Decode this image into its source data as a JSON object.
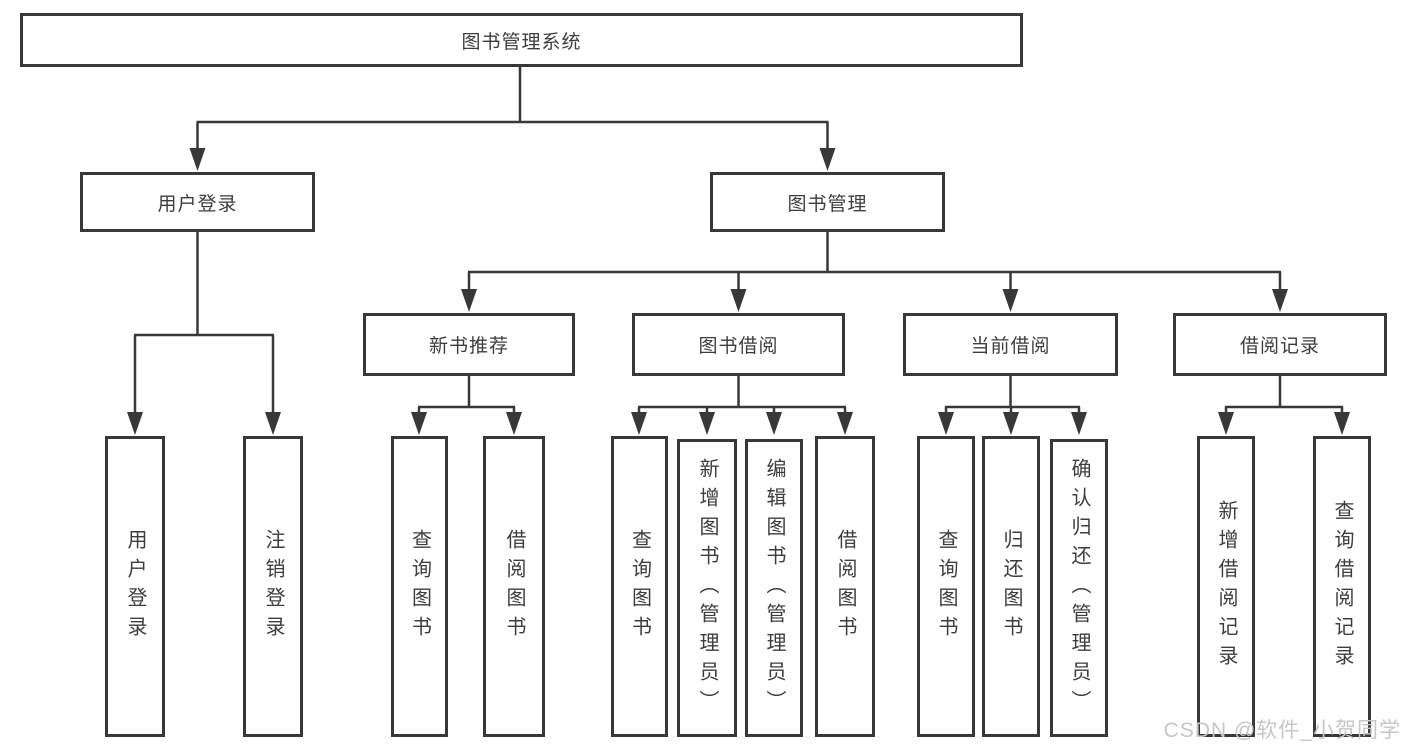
{
  "diagram": {
    "title": "图书管理系统",
    "branches": [
      {
        "label": "用户登录",
        "children": [
          {
            "label": "用户登录"
          },
          {
            "label": "注销登录"
          }
        ]
      },
      {
        "label": "图书管理",
        "children": [
          {
            "label": "新书推荐",
            "children": [
              {
                "label": "查询图书"
              },
              {
                "label": "借阅图书"
              }
            ]
          },
          {
            "label": "图书借阅",
            "children": [
              {
                "label": "查询图书"
              },
              {
                "label": "新增图书（管理员）"
              },
              {
                "label": "编辑图书（管理员）"
              },
              {
                "label": "借阅图书"
              }
            ]
          },
          {
            "label": "当前借阅",
            "children": [
              {
                "label": "查询图书"
              },
              {
                "label": "归还图书"
              },
              {
                "label": "确认归还（管理员）"
              }
            ]
          },
          {
            "label": "借阅记录",
            "children": [
              {
                "label": "新增借阅记录"
              },
              {
                "label": "查询借阅记录"
              }
            ]
          }
        ]
      }
    ]
  },
  "watermark": {
    "text": "CSDN @软件_小贺同学"
  },
  "colors": {
    "line": "#383838",
    "text": "#3d3d3d",
    "watermark": "#c7c5c5",
    "background": "#ffffff"
  }
}
